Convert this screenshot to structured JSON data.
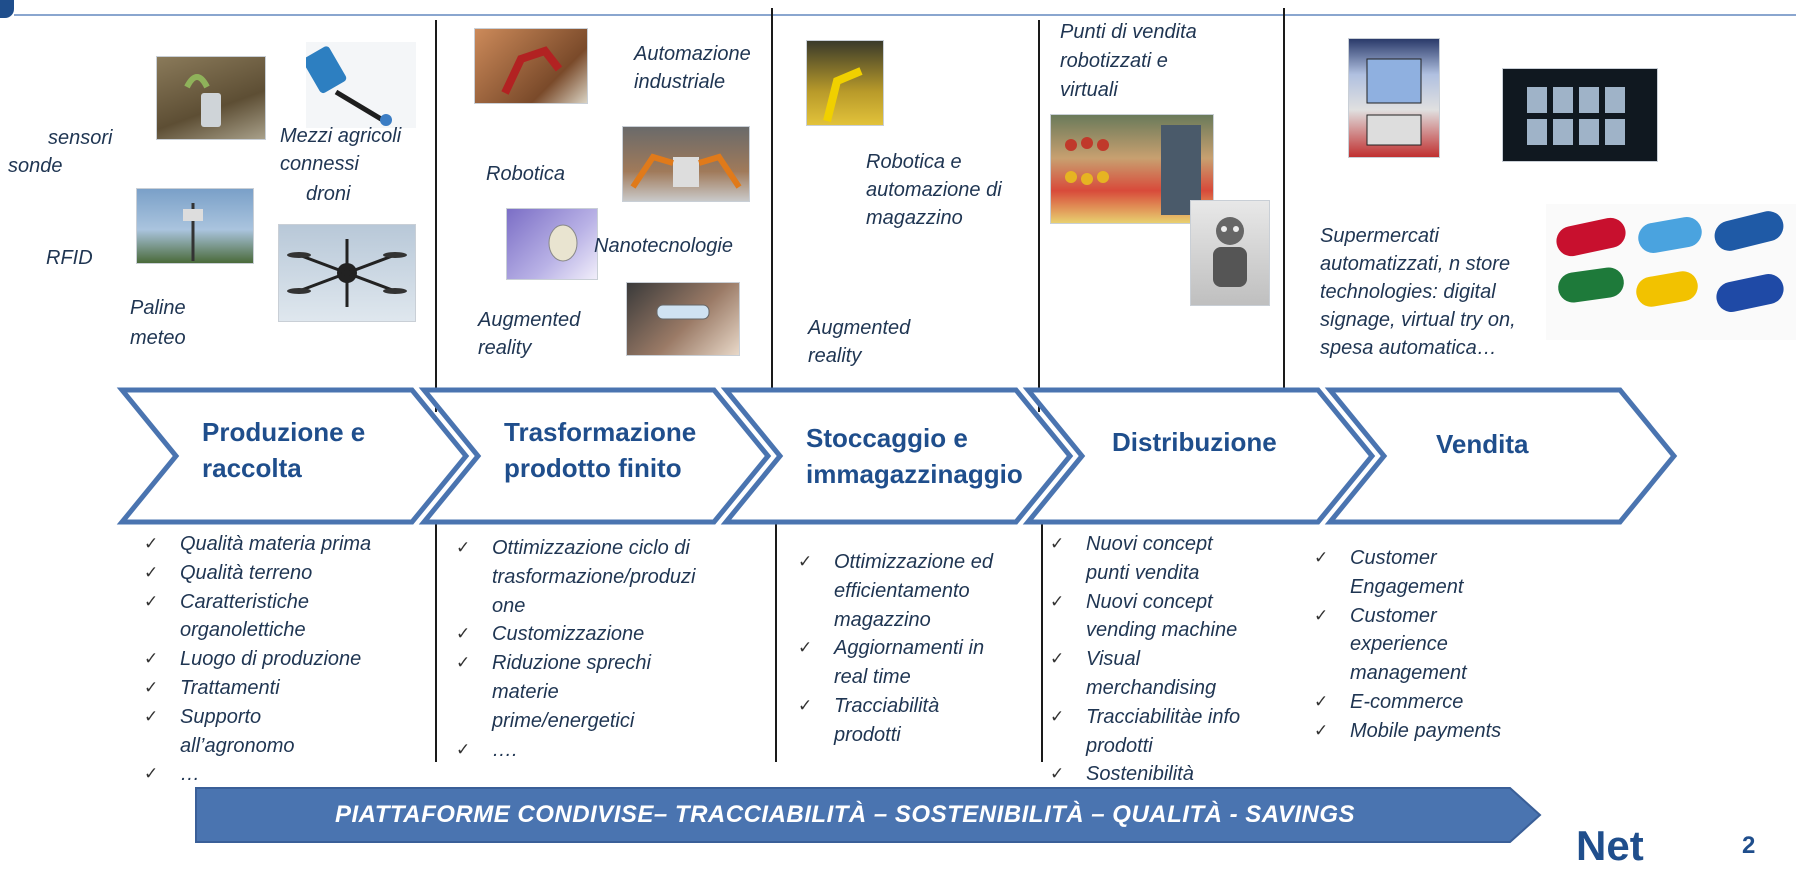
{
  "top_texts": {
    "col1": [
      "sensori",
      "sonde",
      "Mezzi agricoli",
      "connessi",
      "droni",
      "RFID",
      "Paline",
      "meteo"
    ],
    "col2": [
      "Automazione",
      "industriale",
      "Robotica",
      "Nanotecnologie",
      "Augmented",
      "reality"
    ],
    "col3": [
      "Robotica e",
      "automazione di",
      "magazzino",
      "Augmented",
      "reality"
    ],
    "col4": [
      "Punti di vendita",
      "robotizzati e",
      "virtuali"
    ],
    "col5": [
      "Supermercati",
      "automatizzati, n store",
      "technologies: digital",
      "signage, virtual try on,",
      "spesa automatica…"
    ]
  },
  "stages": [
    {
      "line1": "Produzione e",
      "line2": "raccolta"
    },
    {
      "line1": "Trasformazione",
      "line2": "prodotto finito"
    },
    {
      "line1": "Stoccaggio e",
      "line2": "immagazzinaggio"
    },
    {
      "line1": "Distribuzione",
      "line2": ""
    },
    {
      "line1": "Vendita",
      "line2": ""
    }
  ],
  "lists": {
    "col1": [
      "Qualità materia prima",
      "Qualità terreno",
      "Caratteristiche",
      "organolettiche",
      "Luogo di produzione",
      "Trattamenti",
      "Supporto",
      "all’agronomo",
      "…"
    ],
    "col2": [
      "Ottimizzazione ciclo di",
      "trasformazione/produzi",
      "one",
      "Customizzazione",
      "Riduzione sprechi",
      "materie",
      "prime/energetici",
      "…."
    ],
    "col3": [
      "Ottimizzazione ed",
      "efficientamento",
      "magazzino",
      "Aggiornamenti in",
      "real time",
      "Tracciabilità",
      "prodotti"
    ],
    "col4": [
      "Nuovi concept",
      "punti vendita",
      "Nuovi concept",
      "vending machine",
      "Visual",
      "merchandising",
      "Tracciabilitàe info",
      "prodotti",
      "Sostenibilità"
    ],
    "col5": [
      "Customer",
      "Engagement",
      "Customer",
      "experience",
      "management",
      "E-commerce",
      "Mobile payments"
    ]
  },
  "checkmark": "✓",
  "banner": "PIATTAFORME CONDIVISE– TRACCIABILITÀ – SOSTENIBILITÀ – QUALITÀ - SAVINGS",
  "logo": {
    "text": "Net",
    "suffix": "2"
  },
  "colors": {
    "chevron_stroke": "#4a74b0",
    "banner_fill": "#4a74b0",
    "stage_text": "#1f4e8c"
  }
}
